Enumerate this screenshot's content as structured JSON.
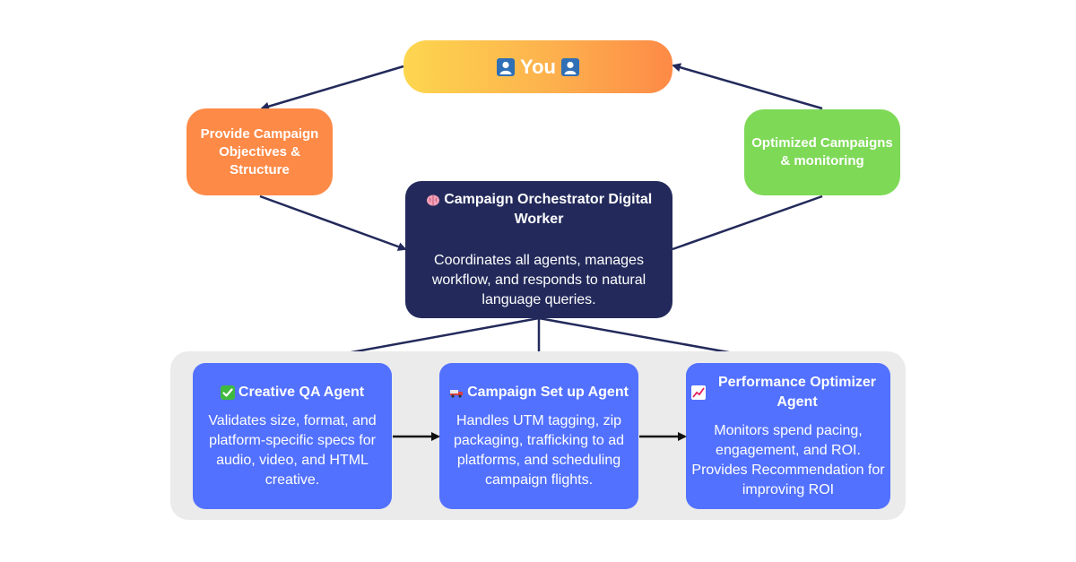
{
  "you": {
    "label": "You"
  },
  "objectives": {
    "label": "Provide Campaign Objectives & Structure"
  },
  "optimized": {
    "label": "Optimized Campaigns & monitoring"
  },
  "orchestrator": {
    "title": "Campaign Orchestrator Digital Worker",
    "description": "Coordinates all agents, manages workflow, and responds to natural language queries."
  },
  "agents": [
    {
      "title": "Creative QA Agent",
      "icon": "check-mark-icon",
      "description": "Validates size, format, and platform-specific specs for audio, video, and HTML creative."
    },
    {
      "title": "Campaign Set up Agent",
      "icon": "truck-icon",
      "description": "Handles UTM tagging, zip packaging, trafficking to ad platforms, and scheduling campaign flights."
    },
    {
      "title": "Performance Optimizer Agent",
      "icon": "chart-increasing-icon",
      "description": "Monitors spend pacing, engagement, and ROI. Provides Recommendation for improving ROI"
    }
  ],
  "colors": {
    "you_gradient_start": "#fdd64f",
    "you_gradient_end": "#fd8a47",
    "objectives": "#fd8a47",
    "optimized": "#7ed957",
    "orchestrator": "#232a5b",
    "agent": "#5271ff",
    "panel": "#ebebeb",
    "connector": "#232a5b"
  }
}
